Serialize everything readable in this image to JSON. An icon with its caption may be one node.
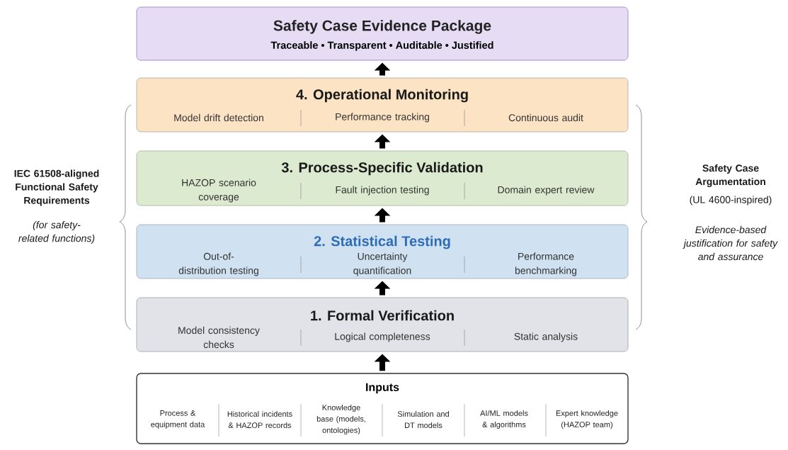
{
  "diagram": {
    "nodes": [
      {
        "text": [
          "Safety Case Evidence Package",
          "Traceable • Transparent • Auditable • Justified"
        ]
      },
      {
        "text": [
          "4. Operational Monitoring",
          "Model drift detection",
          "Performance tracking",
          "Continuous audit"
        ]
      },
      {
        "text": [
          "3. Process-Specific Validation",
          "HAZOP scenario coverage",
          "Fault injection testing",
          "Domain expert review"
        ]
      },
      {
        "text": [
          "2. Statistical Testing",
          "Out-of-distribution testing",
          "Uncertainty quantification",
          "Performance benchmarking"
        ]
      },
      {
        "text": [
          "1. Formal Verification",
          "Model consistency checks",
          "Logical completeness",
          "Static analysis"
        ]
      },
      {
        "text": [
          "Inputs",
          "Process & equipment data",
          "Historical incidents & HAZOP records",
          "Knowledge base (models, ontologies)",
          "Simulation and DT models",
          "AI/ML models & algorithms",
          "Expert knowledge (HAZOP team)"
        ]
      }
    ],
    "edges": [
      {
        "from": 5,
        "to": 4,
        "arrow": "to"
      },
      {
        "from": 4,
        "to": 3,
        "arrow": "to"
      },
      {
        "from": 3,
        "to": 2,
        "arrow": "to"
      },
      {
        "from": 2,
        "to": 1,
        "arrow": "to"
      },
      {
        "from": 1,
        "to": 0,
        "arrow": "to"
      }
    ],
    "labels": [
      "IEC 61508-aligned Functional Safety Requirements",
      "(for safety-related functions)",
      "Safety Case Argumentation",
      "(UL 4600-inspired)",
      "Evidence-based justification for safety and assurance"
    ]
  }
}
